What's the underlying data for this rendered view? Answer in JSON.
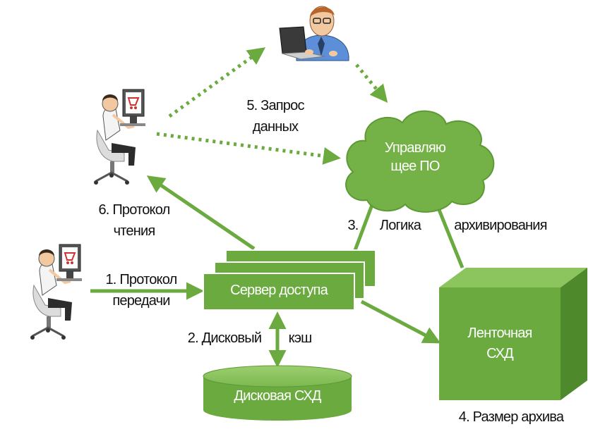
{
  "labels": {
    "manager_software_l1": "Управляю",
    "manager_software_l2": "щее ПО",
    "request_l1": "5. Запрос",
    "request_l2": "данных",
    "read_proto_l1": "6. Протокол",
    "read_proto_l2": "чтения",
    "archive_logic_num": "3.",
    "archive_logic_w1": "Логика",
    "archive_logic_w2": "архивирования",
    "transfer_proto_l1": "1. Протокол",
    "transfer_proto_l2": "передачи",
    "access_server": "Сервер доступа",
    "disk_cache_w1": "2. Дисковый",
    "disk_cache_w2": "кэш",
    "disk_storage": "Дисковая СХД",
    "tape_storage_l1": "Ленточная",
    "tape_storage_l2": "СХД",
    "archive_size": "4. Размер архива"
  },
  "colors": {
    "green": "#6aaa3f",
    "green_dark": "#4e8a2c",
    "green_light": "#8cc55e",
    "dotted": "#6aaa3f",
    "text": "#111111"
  },
  "icons": [
    "analyst-at-laptop-icon",
    "operator-at-computer-icon",
    "cloud-icon",
    "server-stack-icon",
    "tape-storage-cube-icon",
    "disk-storage-cylinder-icon"
  ]
}
